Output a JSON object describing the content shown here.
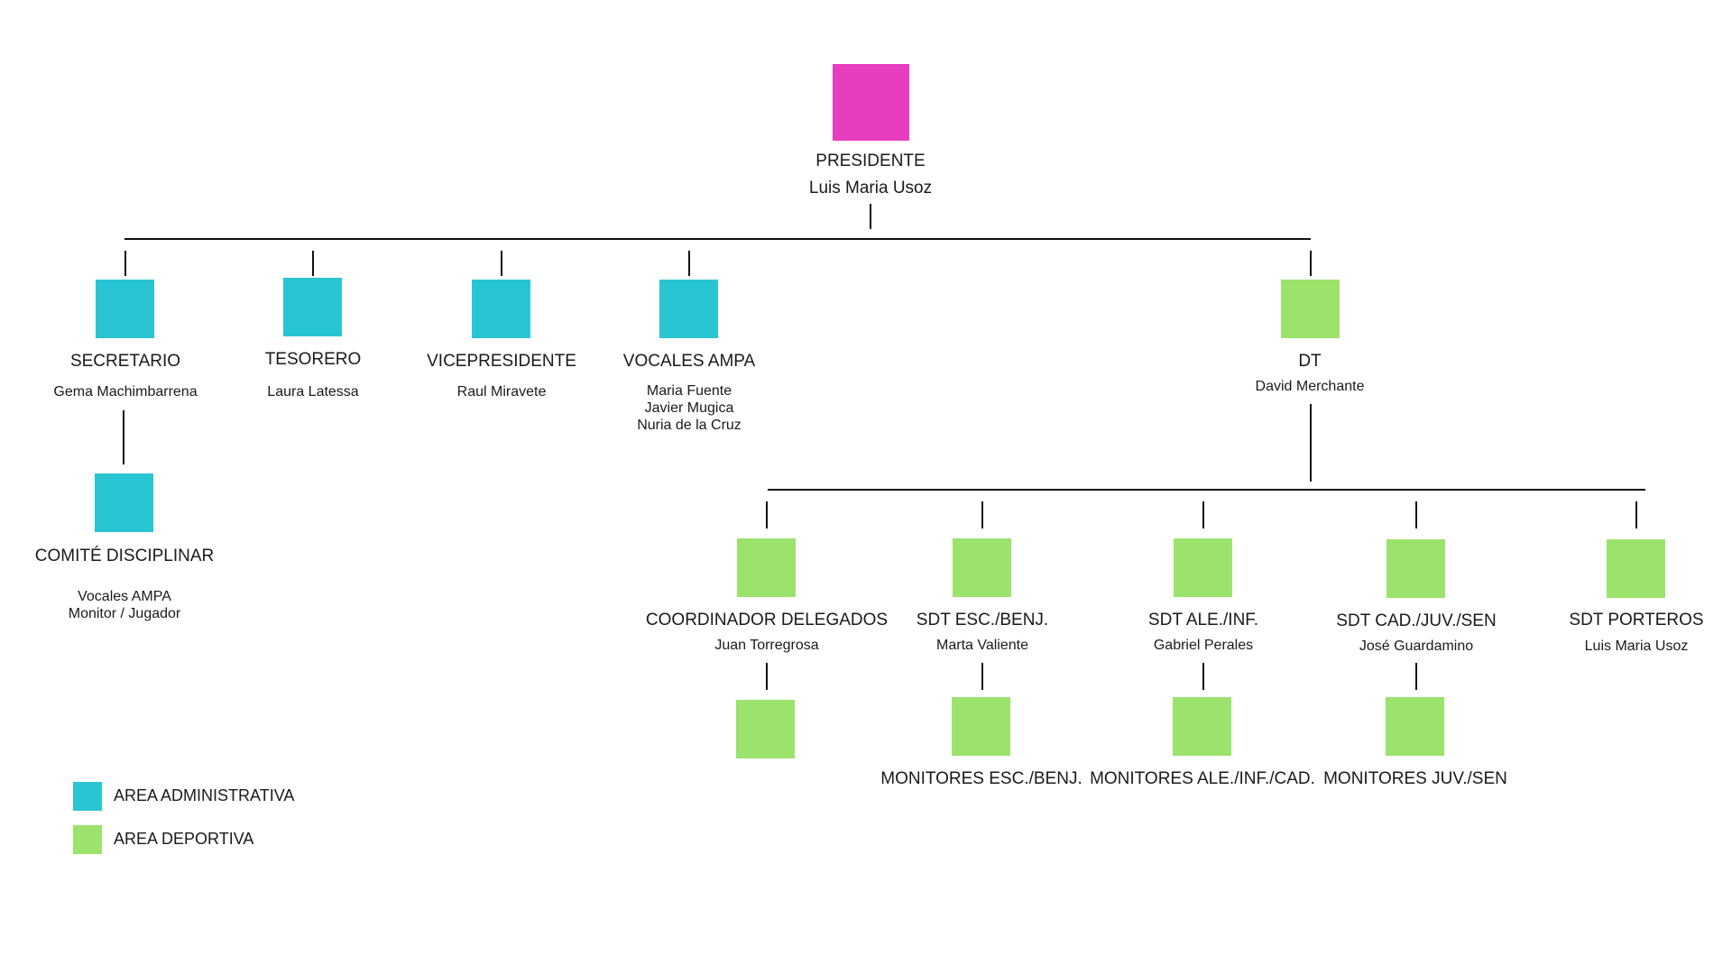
{
  "colors": {
    "admin": "#29c5d3",
    "sport": "#9be36c",
    "president": "#e63ebf"
  },
  "president": {
    "title": "PRESIDENTE",
    "name": "Luis Maria Usoz"
  },
  "admin": [
    {
      "title": "SECRETARIO",
      "name": "Gema Machimbarrena"
    },
    {
      "title": "TESORERO",
      "name": "Laura Latessa"
    },
    {
      "title": "VICEPRESIDENTE",
      "name": "Raul Miravete"
    },
    {
      "title": "VOCALES AMPA",
      "names": [
        "Maria Fuente",
        "Javier Mugica",
        "Nuria de la Cruz"
      ]
    }
  ],
  "comite": {
    "title": "COMITÉ DISCIPLINAR",
    "names": [
      "Vocales AMPA",
      "Monitor / Jugador"
    ]
  },
  "dt": {
    "title": "DT",
    "name": "David Merchante"
  },
  "sport": [
    {
      "title": "COORDINADOR DELEGADOS",
      "name": "Juan Torregrosa"
    },
    {
      "title": "SDT ESC./BENJ.",
      "name": "Marta Valiente"
    },
    {
      "title": "SDT ALE./INF.",
      "name": "Gabriel Perales"
    },
    {
      "title": "SDT CAD./JUV./SEN",
      "name": "José Guardamino"
    },
    {
      "title": "SDT PORTEROS",
      "name": "Luis Maria Usoz"
    }
  ],
  "monitores": [
    "MONITORES ESC./BENJ.",
    "MONITORES ALE./INF./CAD.",
    "MONITORES JUV./SEN"
  ],
  "legend": [
    {
      "label": "AREA ADMINISTRATIVA",
      "color": "#29c5d3"
    },
    {
      "label": "AREA DEPORTIVA",
      "color": "#9be36c"
    }
  ]
}
